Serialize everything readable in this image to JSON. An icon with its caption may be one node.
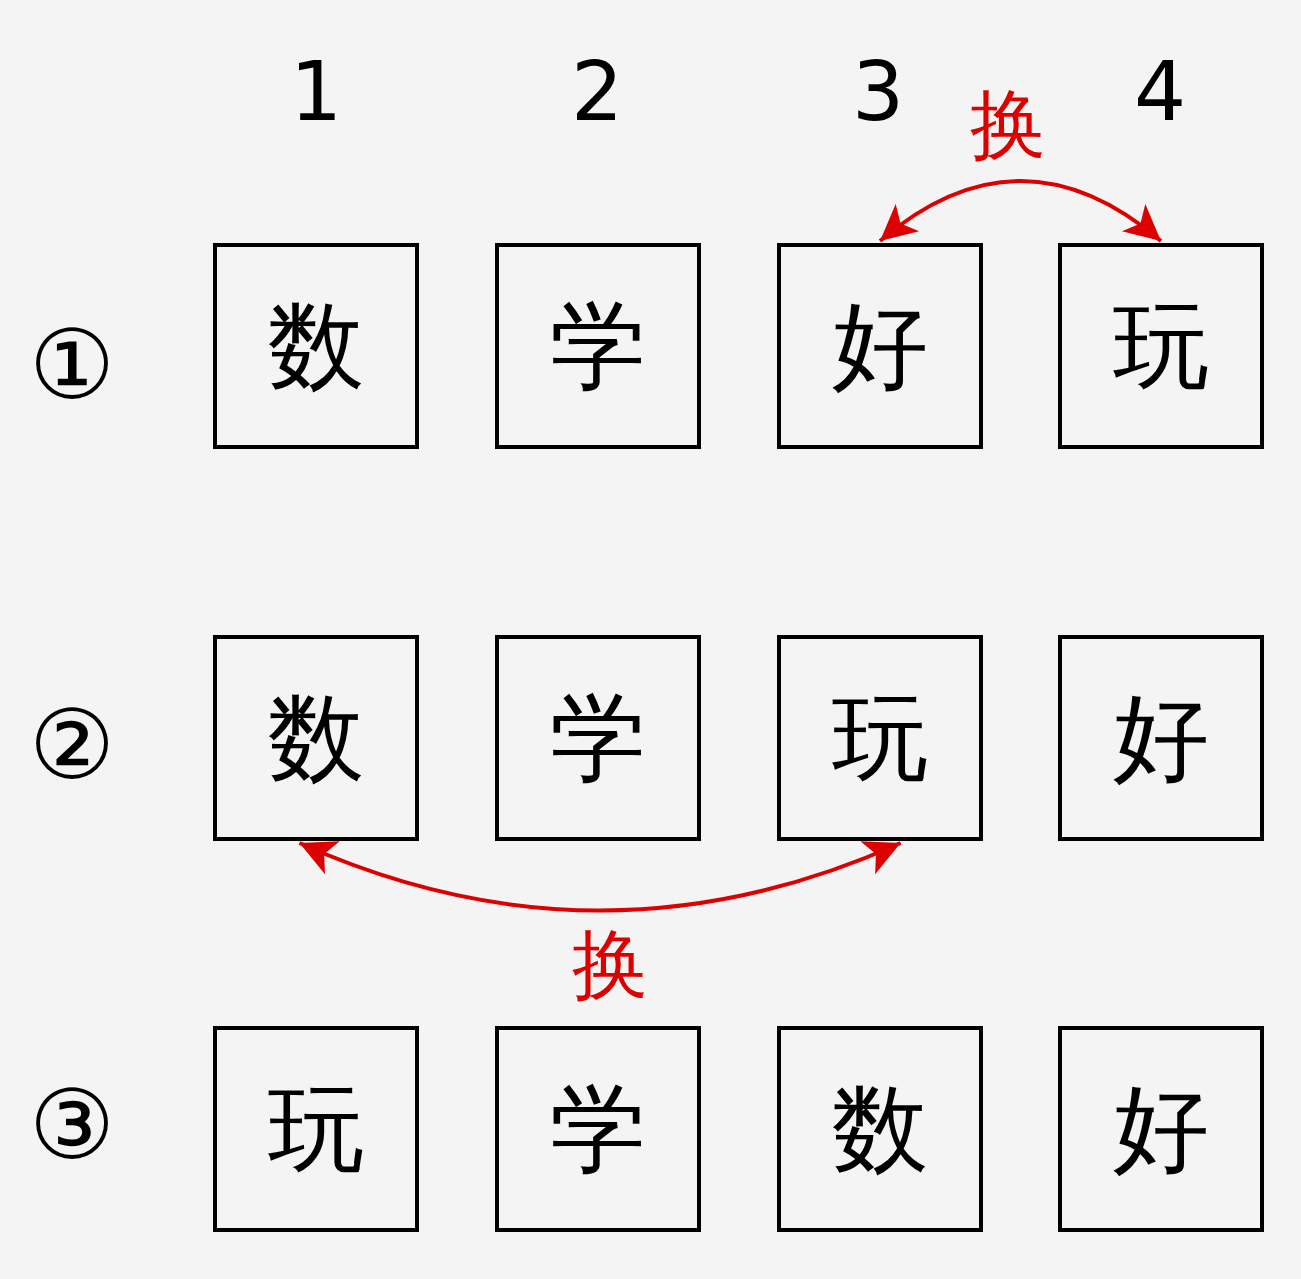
{
  "diagram": {
    "nodes": [
      {
        "text": [
          "数"
        ]
      },
      {
        "text": [
          "学"
        ]
      },
      {
        "text": [
          "好"
        ]
      },
      {
        "text": [
          "玩"
        ]
      },
      {
        "text": [
          "数"
        ]
      },
      {
        "text": [
          "学"
        ]
      },
      {
        "text": [
          "玩"
        ]
      },
      {
        "text": [
          "好"
        ]
      },
      {
        "text": [
          "玩"
        ]
      },
      {
        "text": [
          "学"
        ]
      },
      {
        "text": [
          "数"
        ]
      },
      {
        "text": [
          "好"
        ]
      }
    ],
    "edges": [
      {
        "from": 2,
        "to": 3,
        "arrow": "both",
        "label": "换"
      },
      {
        "from": 4,
        "to": 6,
        "arrow": "both",
        "label": "换"
      }
    ],
    "labels": [
      "1",
      "2",
      "3",
      "4",
      "①",
      "②",
      "③"
    ]
  }
}
